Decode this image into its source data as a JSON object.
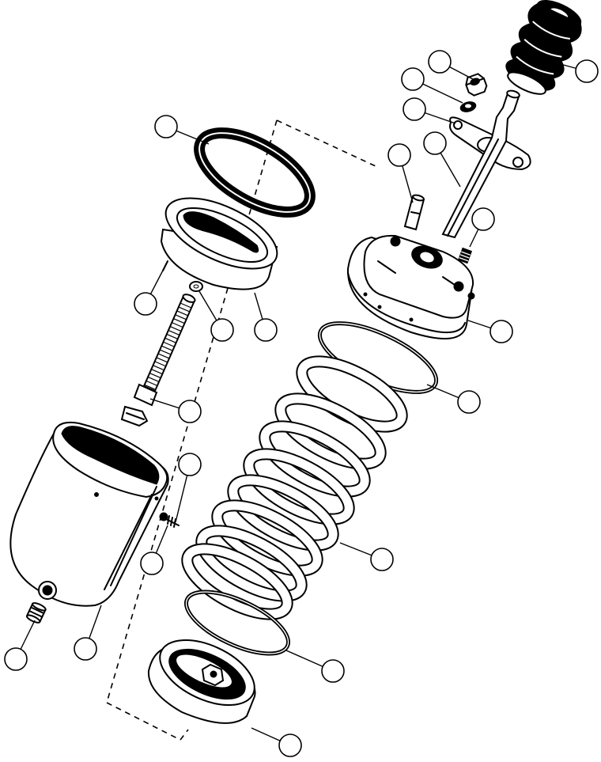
{
  "figure": {
    "kind": "exploded parts view",
    "style": "black line art on white",
    "callouts_numbered": false
  },
  "parts": [
    {
      "id": "dust-boot",
      "icon": "bellows-boot-icon"
    },
    {
      "id": "nut",
      "icon": "hex-nut-icon"
    },
    {
      "id": "washer",
      "icon": "washer-icon"
    },
    {
      "id": "gasket-plate",
      "icon": "gasket-icon"
    },
    {
      "id": "push-rod",
      "icon": "rod-icon"
    },
    {
      "id": "dowel-pin",
      "icon": "pin-icon"
    },
    {
      "id": "set-screw",
      "icon": "set-screw-icon"
    },
    {
      "id": "cover-housing",
      "icon": "housing-icon"
    },
    {
      "id": "large-o-ring",
      "icon": "o-ring-icon"
    },
    {
      "id": "main-spring",
      "icon": "coil-spring-icon"
    },
    {
      "id": "lower-o-ring",
      "icon": "o-ring-icon"
    },
    {
      "id": "piston",
      "icon": "piston-icon"
    },
    {
      "id": "seal-ring",
      "icon": "seal-icon"
    },
    {
      "id": "retainer-cup",
      "icon": "cup-icon"
    },
    {
      "id": "small-pin",
      "icon": "pin-icon"
    },
    {
      "id": "small-washer",
      "icon": "washer-icon"
    },
    {
      "id": "through-bolt",
      "icon": "bolt-icon"
    },
    {
      "id": "small-screw",
      "icon": "screw-icon"
    },
    {
      "id": "cylinder-body",
      "icon": "cylinder-icon"
    },
    {
      "id": "bleeder-fitting",
      "icon": "fitting-icon"
    }
  ]
}
